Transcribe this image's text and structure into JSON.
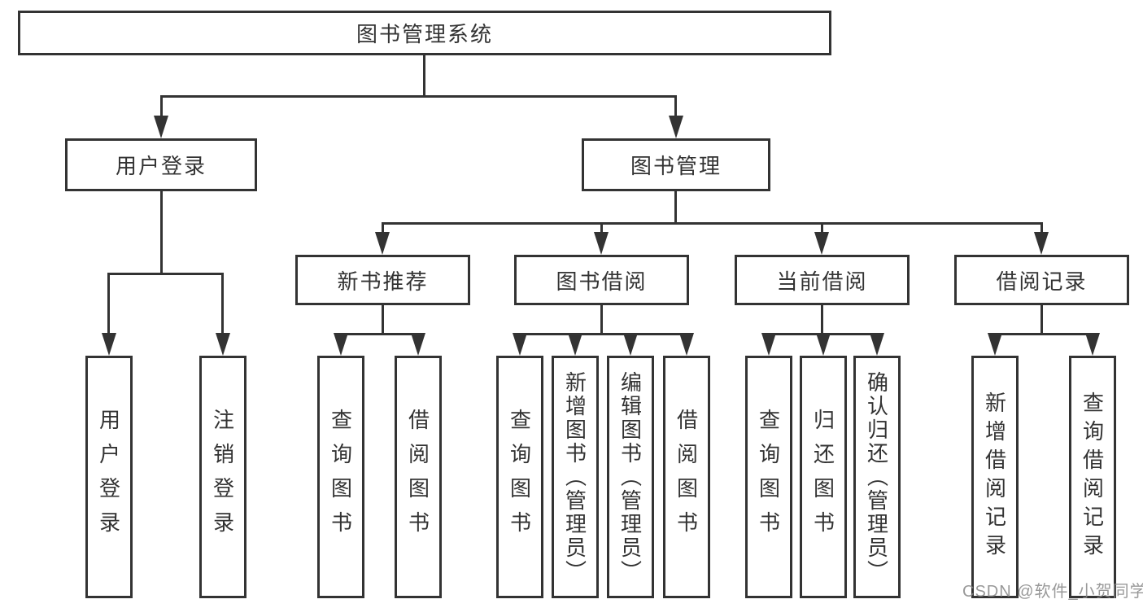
{
  "colors": {
    "line": "#333333",
    "text": "#333333",
    "box_background": "#ffffff",
    "page_background": "#ffffff",
    "watermark": "#878787"
  },
  "watermark": {
    "text": "CSDN @软件_小贺同学"
  },
  "diagram": {
    "root": {
      "label": "图书管理系统"
    },
    "branches": [
      {
        "label": "用户登录",
        "children": [
          {
            "label": "用户登录"
          },
          {
            "label": "注销登录"
          }
        ]
      },
      {
        "label": "图书管理",
        "children": [
          {
            "label": "新书推荐",
            "children": [
              {
                "label": "查询图书"
              },
              {
                "label": "借阅图书"
              }
            ]
          },
          {
            "label": "图书借阅",
            "children": [
              {
                "label": "查询图书"
              },
              {
                "label": "新增图书（管理员）"
              },
              {
                "label": "编辑图书（管理员）"
              },
              {
                "label": "借阅图书"
              }
            ]
          },
          {
            "label": "当前借阅",
            "children": [
              {
                "label": "查询图书"
              },
              {
                "label": "归还图书"
              },
              {
                "label": "确认归还（管理员）"
              }
            ]
          },
          {
            "label": "借阅记录",
            "children": [
              {
                "label": "新增借阅记录"
              },
              {
                "label": "查询借阅记录"
              }
            ]
          }
        ]
      }
    ]
  }
}
